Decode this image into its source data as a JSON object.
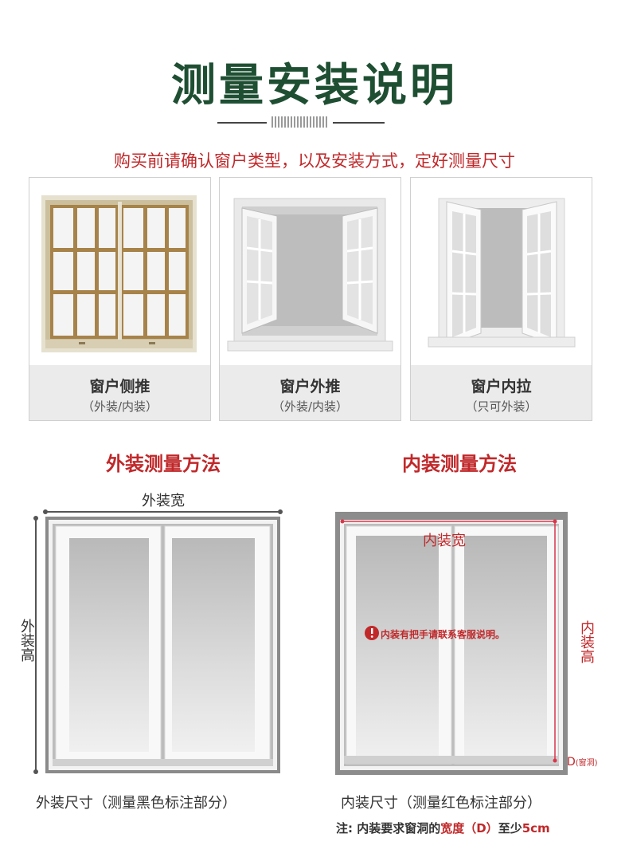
{
  "header": {
    "title": "测量安装说明",
    "subtitle": "购买前请确认窗户类型，以及安装方式，定好测量尺寸"
  },
  "window_types": [
    {
      "name": "窗户侧推",
      "note": "（外装/内装）"
    },
    {
      "name": "窗户外推",
      "note": "（外装/内装）"
    },
    {
      "name": "窗户内拉",
      "note": "（只可外装）"
    }
  ],
  "outside_method": {
    "heading": "外装测量方法",
    "width_label": "外装宽",
    "height_label": "外装高",
    "caption": "外装尺寸（测量黑色标注部分）"
  },
  "inside_method": {
    "heading": "内装测量方法",
    "width_label": "内装宽",
    "height_label": "内装高",
    "warning": "内装有把手请联系客服说明。",
    "depth_label": "D",
    "depth_note": "(窗洞)",
    "caption": "内装尺寸（测量红色标注部分）"
  },
  "footer_note": {
    "prefix": "注: 内装要求窗洞的",
    "highlight": "宽度（D）",
    "suffix_prefix": "至少",
    "suffix_value": "5cm"
  },
  "colors": {
    "title_green": "#1f4f33",
    "accent_red": "#c0282a",
    "label_bg": "#ebebeb",
    "frame_wood": "#b08a4e"
  }
}
